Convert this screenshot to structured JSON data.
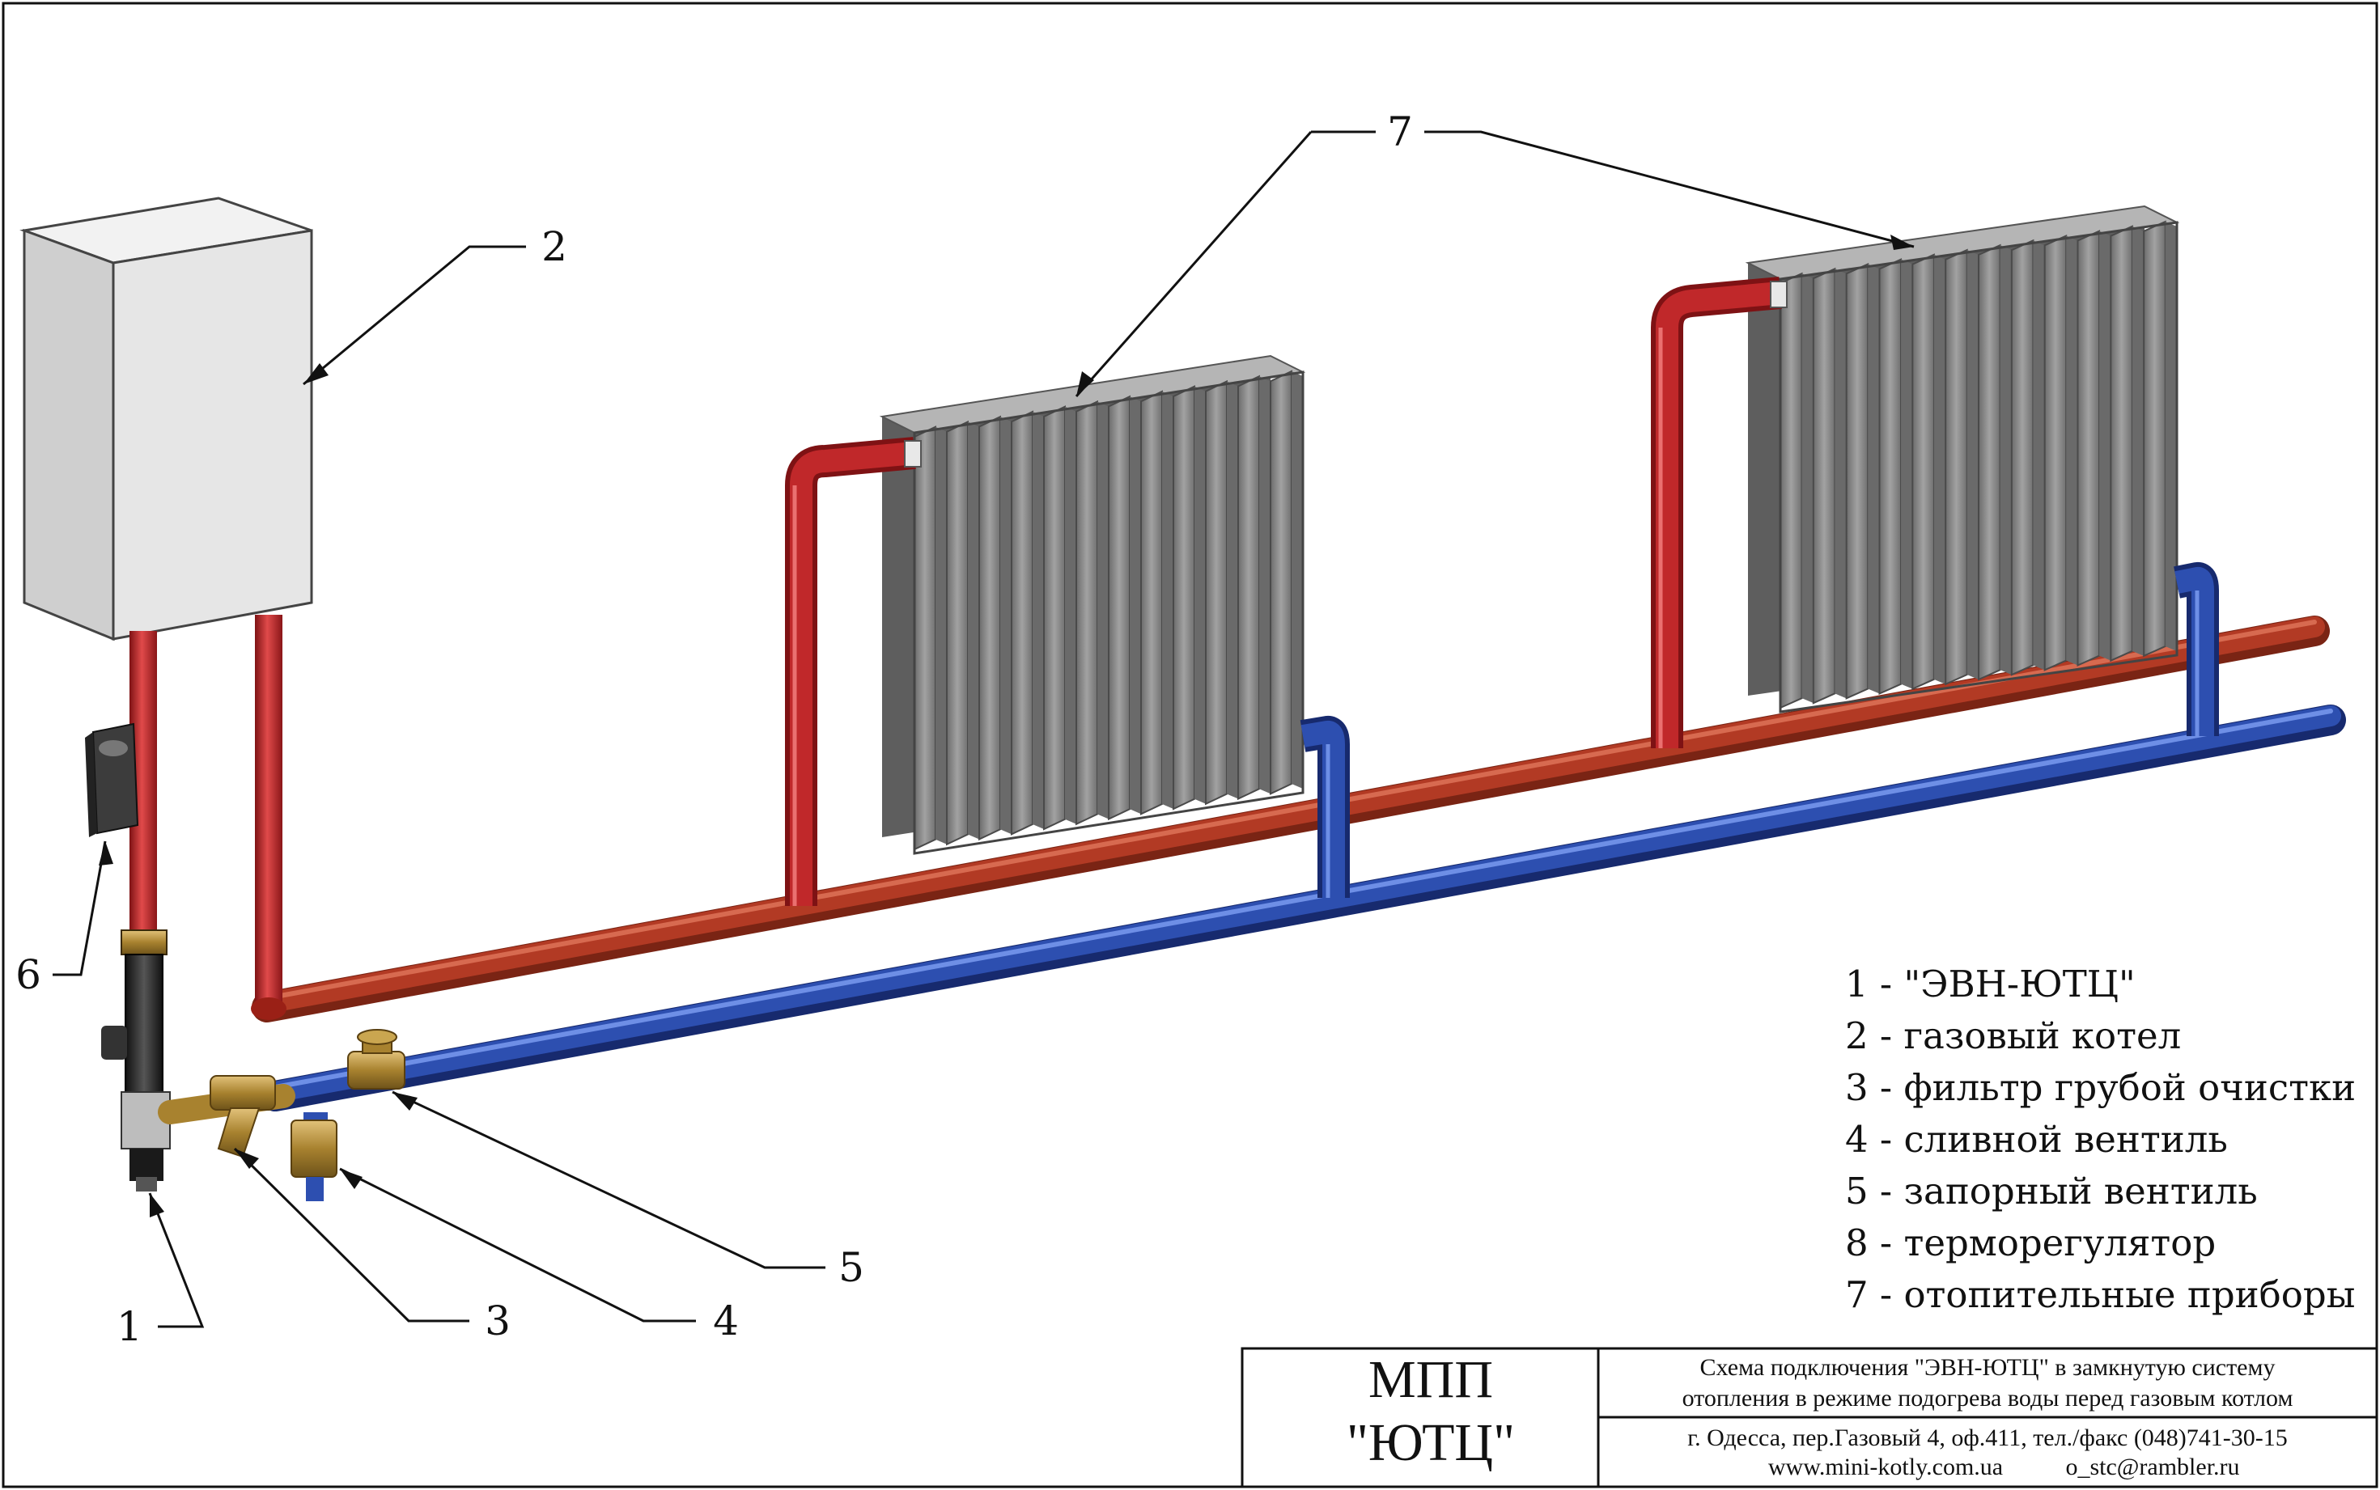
{
  "colors": {
    "hot_pipe": "#c0282a",
    "hot_pipe_horizontal": "#b23a24",
    "cold_pipe": "#2d4fb0",
    "radiator": "#8a8a8a",
    "boiler": "#e6e6e6",
    "brass": "#b08a3a",
    "line": "#111111"
  },
  "callouts": {
    "c1": "1",
    "c2": "2",
    "c3": "3",
    "c4": "4",
    "c5": "5",
    "c6": "6",
    "c7": "7"
  },
  "legend": [
    "1 - \"ЭВН-ЮТЦ\"",
    "2 - газовый котел",
    "3 - фильтр грубой очистки",
    "4 - сливной вентиль",
    "5 - запорный вентиль",
    "8 - терморегулятор",
    "7 - отопительные приборы"
  ],
  "title_block": {
    "org_line1": "МПП",
    "org_line2": "\"ЮТЦ\"",
    "desc_line1": "Схема подключения \"ЭВН-ЮТЦ\" в замкнутую систему",
    "desc_line2": "отопления в режиме подогрева воды перед газовым котлом",
    "address": "г. Одесса, пер.Газовый 4, оф.411, тел./факс (048)741-30-15",
    "website": "www.mini-kotly.com.ua",
    "email": "o_stc@rambler.ru"
  }
}
